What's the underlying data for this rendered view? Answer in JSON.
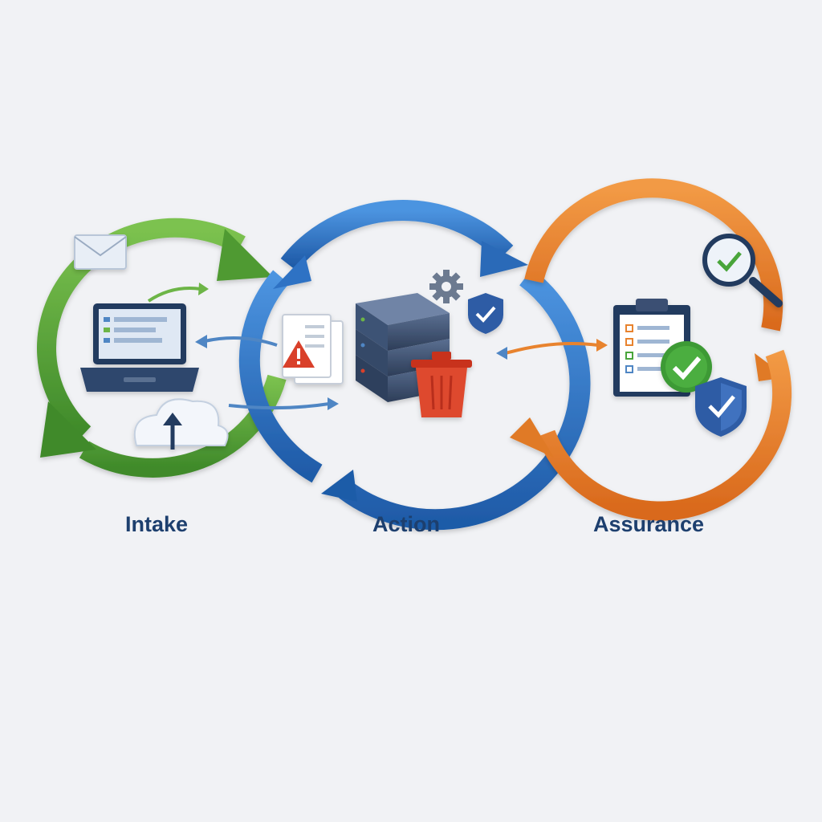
{
  "stages": [
    {
      "label": "Intake",
      "color": "#5fa83f",
      "icons": [
        "envelope-icon",
        "laptop-icon",
        "cloud-upload-icon"
      ]
    },
    {
      "label": "Action",
      "color": "#2f72c4",
      "icons": [
        "document-warning-icon",
        "server-stack-icon",
        "trash-bin-icon",
        "gear-icon",
        "shield-check-icon"
      ]
    },
    {
      "label": "Assurance",
      "color": "#e8832e",
      "icons": [
        "magnifier-check-icon",
        "clipboard-checklist-icon",
        "check-badge-icon",
        "shield-check-icon"
      ]
    }
  ],
  "colors": {
    "background": "#f1f2f5",
    "intake_green": "#5fa83f",
    "action_blue": "#2f72c4",
    "assurance_orange": "#e8832e",
    "label_navy": "#1d3f6e",
    "warning_red": "#d9412b"
  }
}
